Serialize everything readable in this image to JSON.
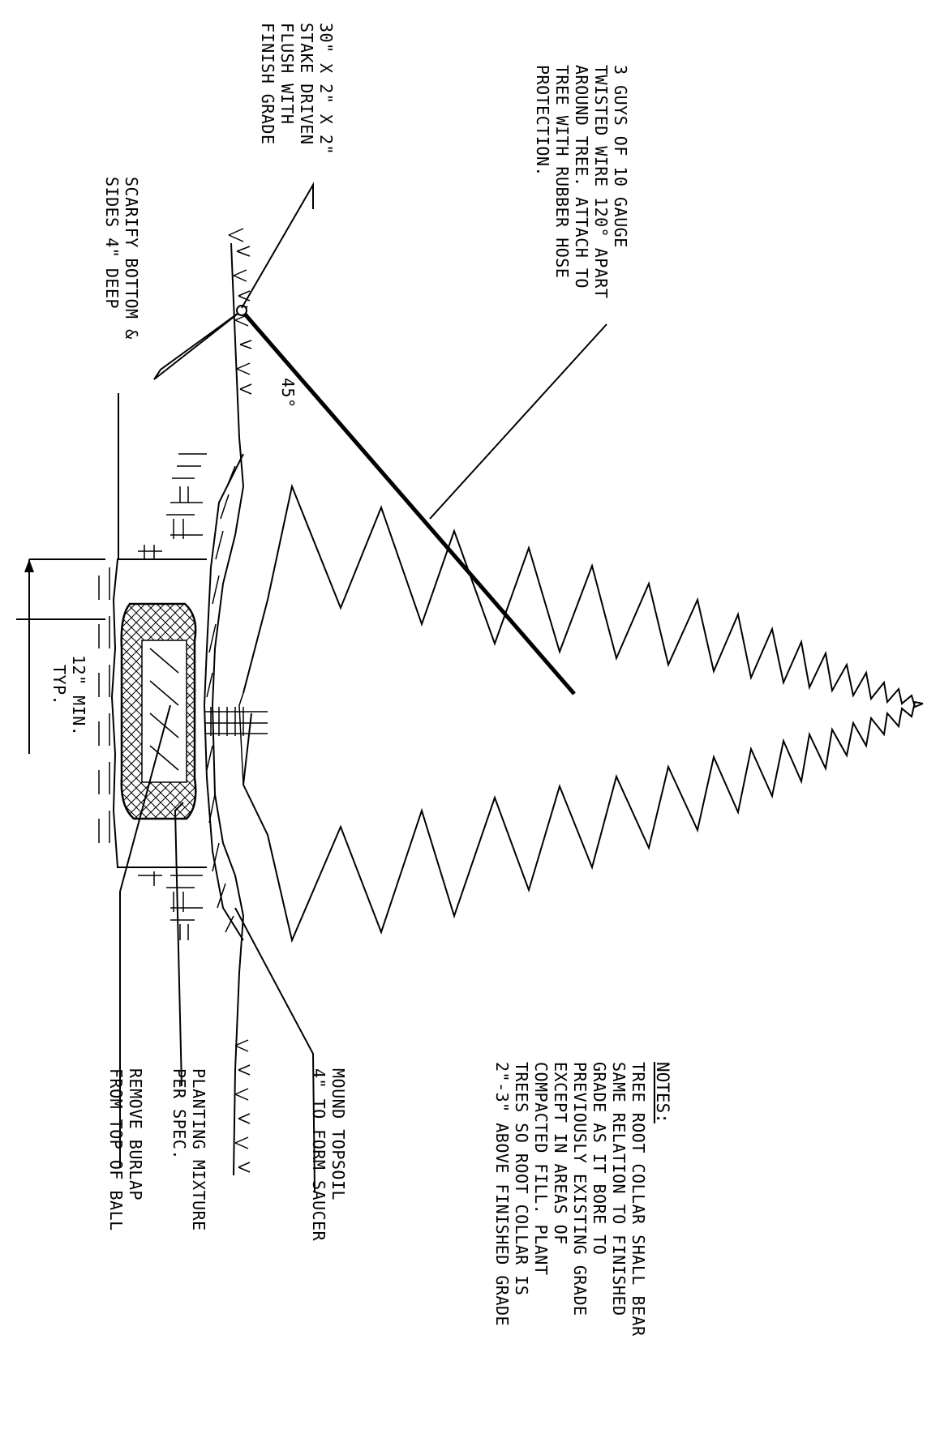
{
  "notes": {
    "heading": "NOTES:",
    "lines": [
      "TREE ROOT COLLAR SHALL BEAR",
      "SAME RELATION TO FINISHED",
      "GRADE AS IT BORE TO",
      "PREVIOUSLY EXISTING GRADE",
      "EXCEPT IN AREAS OF",
      "COMPACTED FILL. PLANT",
      "TREES SO ROOT COLLAR IS",
      "2\"-3\" ABOVE FINISHED GRADE"
    ]
  },
  "callouts": {
    "guys": [
      "3 GUYS OF 10 GAUGE",
      "TWISTED WIRE 120° APART",
      "AROUND TREE. ATTACH TO",
      "TREE WITH RUBBER HOSE",
      "PROTECTION."
    ],
    "stake": [
      "30\" X 2\" X 2\"",
      "STAKE DRIVEN",
      "FLUSH WITH",
      "FINISH GRADE"
    ],
    "scarify": [
      "SCARIFY BOTTOM &",
      "SIDES 4\" DEEP"
    ],
    "angle": "45°",
    "dimension": [
      "12\" MIN.",
      "TYP."
    ],
    "mound": [
      "MOUND TOPSOIL",
      "4\" TO FORM SAUCER"
    ],
    "planting": [
      "PLANTING MIXTURE",
      "PER SPEC."
    ],
    "burlap": [
      "REMOVE BURLAP",
      "FROM TOP OF BALL"
    ]
  }
}
